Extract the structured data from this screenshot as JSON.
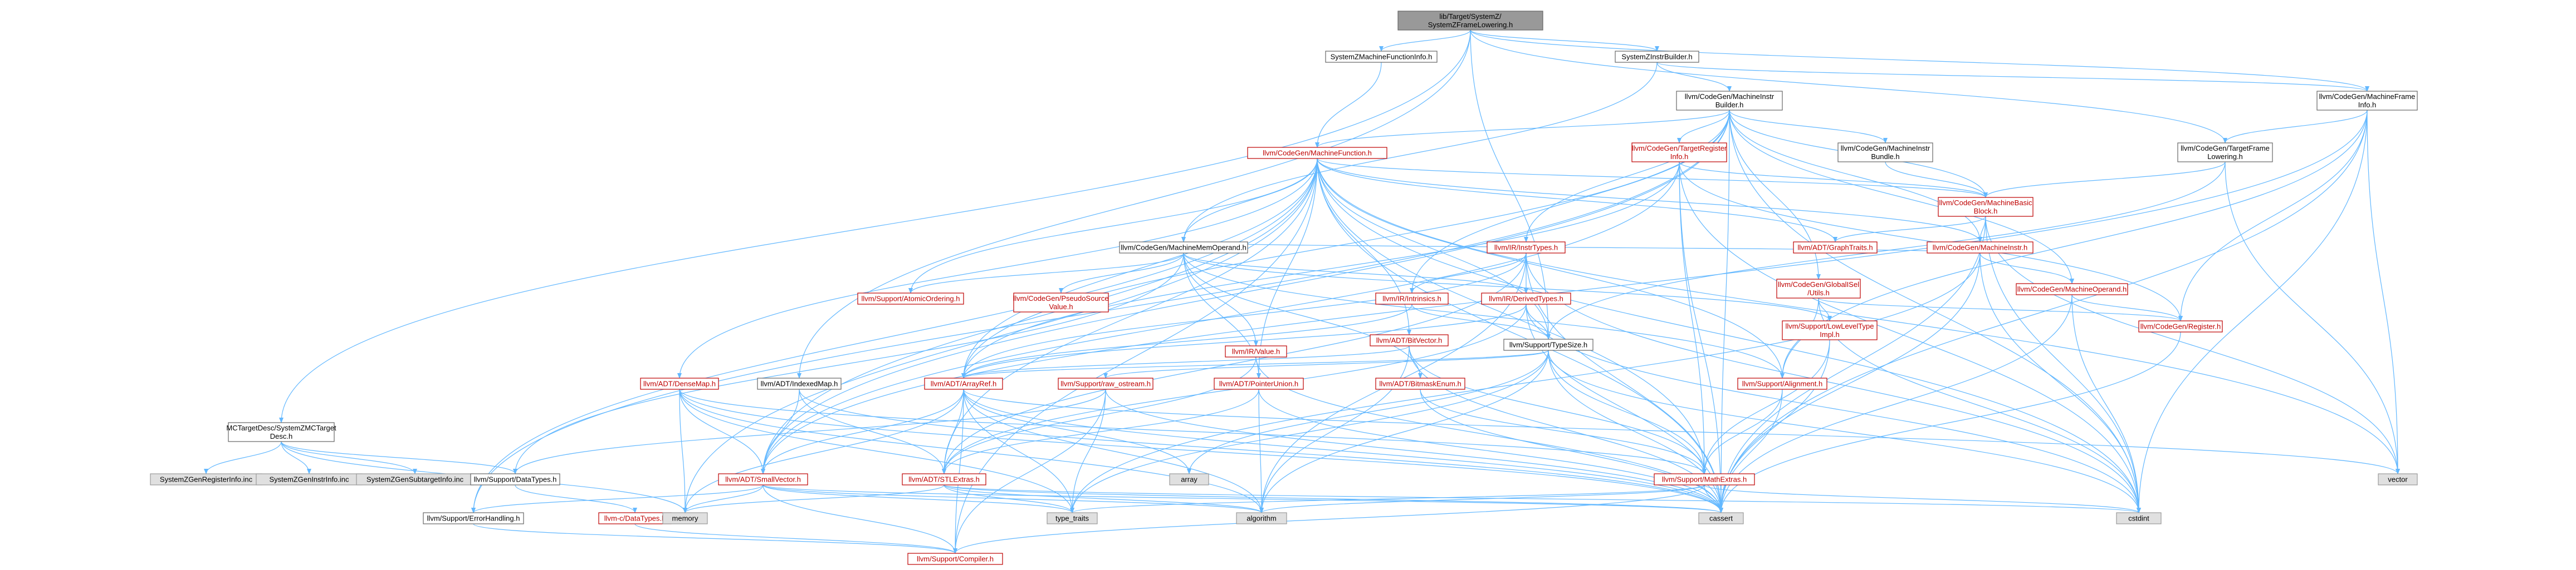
{
  "nodes": [
    {
      "id": "root",
      "style": "root",
      "lines": [
        "lib/Target/SystemZ/",
        "SystemZFrameLowering.h"
      ]
    },
    {
      "id": "mcdesc",
      "style": "plain",
      "lines": [
        "MCTargetDesc/SystemZMCTarget",
        "Desc.h"
      ]
    },
    {
      "id": "mfi",
      "style": "plain",
      "lines": [
        "SystemZMachineFunctionInfo.h"
      ]
    },
    {
      "id": "instrbuilder",
      "style": "plain",
      "lines": [
        "SystemZInstrBuilder.h"
      ]
    },
    {
      "id": "mib",
      "style": "plain",
      "lines": [
        "llvm/CodeGen/MachineInstr",
        "Builder.h"
      ]
    },
    {
      "id": "mframeinfo",
      "style": "plain",
      "lines": [
        "llvm/CodeGen/MachineFrame",
        "Info.h"
      ]
    },
    {
      "id": "mf",
      "style": "red",
      "lines": [
        "llvm/CodeGen/MachineFunction.h"
      ]
    },
    {
      "id": "tri",
      "style": "red",
      "lines": [
        "llvm/CodeGen/TargetRegister",
        "Info.h"
      ]
    },
    {
      "id": "mibundle",
      "style": "plain",
      "lines": [
        "llvm/CodeGen/MachineInstr",
        "Bundle.h"
      ]
    },
    {
      "id": "tfl",
      "style": "plain",
      "lines": [
        "llvm/CodeGen/TargetFrame",
        "Lowering.h"
      ]
    },
    {
      "id": "mbb",
      "style": "red",
      "lines": [
        "llvm/CodeGen/MachineBasic",
        "Block.h"
      ]
    },
    {
      "id": "graphtraits",
      "style": "red",
      "lines": [
        "llvm/ADT/GraphTraits.h"
      ]
    },
    {
      "id": "minstr",
      "style": "red",
      "lines": [
        "llvm/CodeGen/MachineInstr.h"
      ]
    },
    {
      "id": "mmo",
      "style": "plain",
      "lines": [
        "llvm/CodeGen/MachineMemOperand.h"
      ]
    },
    {
      "id": "intrtypes",
      "style": "red",
      "lines": [
        "llvm/IR/InstrTypes.h"
      ]
    },
    {
      "id": "gisel",
      "style": "red",
      "lines": [
        "llvm/CodeGen/GlobalISel",
        "/Utils.h"
      ]
    },
    {
      "id": "mop",
      "style": "red",
      "lines": [
        "llvm/CodeGen/MachineOperand.h"
      ]
    },
    {
      "id": "atomic",
      "style": "red",
      "lines": [
        "llvm/Support/AtomicOrdering.h"
      ]
    },
    {
      "id": "pseudo",
      "style": "red",
      "lines": [
        "llvm/CodeGen/PseudoSource",
        "Value.h"
      ]
    },
    {
      "id": "intrinsics",
      "style": "red",
      "lines": [
        "llvm/IR/Intrinsics.h"
      ]
    },
    {
      "id": "derivedtypes",
      "style": "red",
      "lines": [
        "llvm/IR/DerivedTypes.h"
      ]
    },
    {
      "id": "lowleveltype",
      "style": "red",
      "lines": [
        "llvm/Support/LowLevelType",
        "Impl.h"
      ]
    },
    {
      "id": "register",
      "style": "red",
      "lines": [
        "llvm/CodeGen/Register.h"
      ]
    },
    {
      "id": "typesize",
      "style": "plain",
      "lines": [
        "llvm/Support/TypeSize.h"
      ]
    },
    {
      "id": "bitvector",
      "style": "red",
      "lines": [
        "llvm/ADT/BitVector.h"
      ]
    },
    {
      "id": "value",
      "style": "red",
      "lines": [
        "llvm/IR/Value.h"
      ]
    },
    {
      "id": "densemap",
      "style": "red",
      "lines": [
        "llvm/ADT/DenseMap.h"
      ]
    },
    {
      "id": "indexedmap",
      "style": "plain",
      "lines": [
        "llvm/ADT/IndexedMap.h"
      ]
    },
    {
      "id": "arrayref",
      "style": "red",
      "lines": [
        "llvm/ADT/ArrayRef.h"
      ]
    },
    {
      "id": "rawostream",
      "style": "red",
      "lines": [
        "llvm/Support/raw_ostream.h"
      ]
    },
    {
      "id": "pointerunion",
      "style": "red",
      "lines": [
        "llvm/ADT/PointerUnion.h"
      ]
    },
    {
      "id": "bitmaskenum",
      "style": "red",
      "lines": [
        "llvm/ADT/BitmaskEnum.h"
      ]
    },
    {
      "id": "alignment",
      "style": "red",
      "lines": [
        "llvm/Support/Alignment.h"
      ]
    },
    {
      "id": "regisinfo",
      "style": "sys",
      "lines": [
        "SystemZGenRegisterInfo.inc"
      ]
    },
    {
      "id": "instrinfo",
      "style": "sys",
      "lines": [
        "SystemZGenInstrInfo.inc"
      ]
    },
    {
      "id": "subtargetinfo",
      "style": "sys",
      "lines": [
        "SystemZGenSubtargetInfo.inc"
      ]
    },
    {
      "id": "datatypes",
      "style": "plain",
      "lines": [
        "llvm/Support/DataTypes.h"
      ]
    },
    {
      "id": "smallvector",
      "style": "red",
      "lines": [
        "llvm/ADT/SmallVector.h"
      ]
    },
    {
      "id": "stlextras",
      "style": "red",
      "lines": [
        "llvm/ADT/STLExtras.h"
      ]
    },
    {
      "id": "array",
      "style": "sys",
      "lines": [
        "array"
      ]
    },
    {
      "id": "mathextras",
      "style": "red",
      "lines": [
        "llvm/Support/MathExtras.h"
      ]
    },
    {
      "id": "vector",
      "style": "sys",
      "lines": [
        "vector"
      ]
    },
    {
      "id": "errorhandling",
      "style": "plain",
      "lines": [
        "llvm/Support/ErrorHandling.h"
      ]
    },
    {
      "id": "cdatatypes",
      "style": "red",
      "lines": [
        "llvm-c/DataTypes.h"
      ]
    },
    {
      "id": "memory",
      "style": "sys",
      "lines": [
        "memory"
      ]
    },
    {
      "id": "typetraits",
      "style": "sys",
      "lines": [
        "type_traits"
      ]
    },
    {
      "id": "algorithm",
      "style": "sys",
      "lines": [
        "algorithm"
      ]
    },
    {
      "id": "cassert",
      "style": "sys",
      "lines": [
        "cassert"
      ]
    },
    {
      "id": "cstdint",
      "style": "sys",
      "lines": [
        "cstdint"
      ]
    },
    {
      "id": "compiler",
      "style": "red",
      "lines": [
        "llvm/Support/Compiler.h"
      ]
    }
  ],
  "edges": [
    [
      "root",
      "mcdesc"
    ],
    [
      "root",
      "mfi"
    ],
    [
      "root",
      "instrbuilder"
    ],
    [
      "root",
      "tfl"
    ],
    [
      "root",
      "mframeinfo"
    ],
    [
      "root",
      "indexedmap"
    ],
    [
      "root",
      "typesize"
    ],
    [
      "mcdesc",
      "regisinfo"
    ],
    [
      "mcdesc",
      "instrinfo"
    ],
    [
      "mcdesc",
      "subtargetinfo"
    ],
    [
      "mcdesc",
      "datatypes"
    ],
    [
      "mcdesc",
      "memory"
    ],
    [
      "mfi",
      "mf"
    ],
    [
      "instrbuilder",
      "mib"
    ],
    [
      "instrbuilder",
      "mframeinfo"
    ],
    [
      "instrbuilder",
      "mmo"
    ],
    [
      "mib",
      "mf"
    ],
    [
      "mib",
      "tri"
    ],
    [
      "mib",
      "mibundle"
    ],
    [
      "mib",
      "mbb"
    ],
    [
      "mib",
      "minstr"
    ],
    [
      "mib",
      "intrtypes"
    ],
    [
      "mib",
      "gisel"
    ],
    [
      "mib",
      "mop"
    ],
    [
      "mib",
      "intrinsics"
    ],
    [
      "mib",
      "arrayref"
    ],
    [
      "mib",
      "cstdint"
    ],
    [
      "mib",
      "cassert"
    ],
    [
      "mib",
      "errorhandling"
    ],
    [
      "mib",
      "smallvector"
    ],
    [
      "mframeinfo",
      "tfl"
    ],
    [
      "mframeinfo",
      "register"
    ],
    [
      "mframeinfo",
      "alignment"
    ],
    [
      "mframeinfo",
      "cassert"
    ],
    [
      "mframeinfo",
      "vector"
    ],
    [
      "mframeinfo",
      "cstdint"
    ],
    [
      "mframeinfo",
      "smallvector"
    ],
    [
      "tfl",
      "mbb"
    ],
    [
      "tfl",
      "typesize"
    ],
    [
      "tfl",
      "vector"
    ],
    [
      "mf",
      "mbb"
    ],
    [
      "mf",
      "minstr"
    ],
    [
      "mf",
      "mmo"
    ],
    [
      "mf",
      "atomic"
    ],
    [
      "mf",
      "densemap"
    ],
    [
      "mf",
      "arrayref"
    ],
    [
      "mf",
      "smallvector"
    ],
    [
      "mf",
      "stlextras"
    ],
    [
      "mf",
      "bitvector"
    ],
    [
      "mf",
      "pointerunion"
    ],
    [
      "mf",
      "graphtraits"
    ],
    [
      "mf",
      "alignment"
    ],
    [
      "mf",
      "compiler"
    ],
    [
      "mf",
      "errorhandling"
    ],
    [
      "mf",
      "cassert"
    ],
    [
      "mf",
      "cstdint"
    ],
    [
      "mf",
      "memory"
    ],
    [
      "mf",
      "vector"
    ],
    [
      "mf",
      "typesize"
    ],
    [
      "mf",
      "mathextras"
    ],
    [
      "tri",
      "mbb"
    ],
    [
      "tri",
      "mathextras"
    ],
    [
      "tri",
      "cassert"
    ],
    [
      "tri",
      "cstdint"
    ],
    [
      "tri",
      "smallvector"
    ],
    [
      "tri",
      "arrayref"
    ],
    [
      "tri",
      "register"
    ],
    [
      "mibundle",
      "mbb"
    ],
    [
      "mbb",
      "graphtraits"
    ],
    [
      "mbb",
      "minstr"
    ],
    [
      "mbb",
      "cassert"
    ],
    [
      "mbb",
      "cstdint"
    ],
    [
      "mbb",
      "vector"
    ],
    [
      "minstr",
      "mop"
    ],
    [
      "minstr",
      "mmo"
    ],
    [
      "minstr",
      "cassert"
    ],
    [
      "minstr",
      "cstdint"
    ],
    [
      "minstr",
      "typetraits"
    ],
    [
      "mmo",
      "atomic"
    ],
    [
      "mmo",
      "pseudo"
    ],
    [
      "mmo",
      "derivedtypes"
    ],
    [
      "mmo",
      "value"
    ],
    [
      "mmo",
      "pointerunion"
    ],
    [
      "mmo",
      "bitmaskenum"
    ],
    [
      "mmo",
      "alignment"
    ],
    [
      "mmo",
      "lowleveltype"
    ],
    [
      "mmo",
      "datatypes"
    ],
    [
      "intrtypes",
      "intrinsics"
    ],
    [
      "intrtypes",
      "derivedtypes"
    ],
    [
      "intrtypes",
      "arrayref"
    ],
    [
      "intrtypes",
      "stlextras"
    ],
    [
      "intrtypes",
      "cassert"
    ],
    [
      "intrtypes",
      "cstdint"
    ],
    [
      "intrtypes",
      "algorithm"
    ],
    [
      "gisel",
      "register"
    ],
    [
      "gisel",
      "lowleveltype"
    ],
    [
      "gisel",
      "alignment"
    ],
    [
      "gisel",
      "cstdint"
    ],
    [
      "mop",
      "register"
    ],
    [
      "mop",
      "cassert"
    ],
    [
      "mop",
      "cstdint"
    ],
    [
      "intrinsics",
      "arrayref"
    ],
    [
      "intrinsics",
      "typesize"
    ],
    [
      "derivedtypes",
      "typesize"
    ],
    [
      "derivedtypes",
      "arrayref"
    ],
    [
      "derivedtypes",
      "stlextras"
    ],
    [
      "derivedtypes",
      "cassert"
    ],
    [
      "derivedtypes",
      "cstdint"
    ],
    [
      "lowleveltype",
      "mathextras"
    ],
    [
      "lowleveltype",
      "cassert"
    ],
    [
      "register",
      "cassert"
    ],
    [
      "typesize",
      "mathextras"
    ],
    [
      "typesize",
      "rawostream"
    ],
    [
      "typesize",
      "algorithm"
    ],
    [
      "typesize",
      "array"
    ],
    [
      "typesize",
      "cassert"
    ],
    [
      "typesize",
      "cstdint"
    ],
    [
      "typesize",
      "typetraits"
    ],
    [
      "typesize",
      "arrayref"
    ],
    [
      "bitvector",
      "arrayref"
    ],
    [
      "bitvector",
      "mathextras"
    ],
    [
      "bitvector",
      "cassert"
    ],
    [
      "bitvector",
      "algorithm"
    ],
    [
      "value",
      "stlextras"
    ],
    [
      "value",
      "cassert"
    ],
    [
      "densemap",
      "smallvector"
    ],
    [
      "densemap",
      "mathextras"
    ],
    [
      "densemap",
      "memory"
    ],
    [
      "densemap",
      "algorithm"
    ],
    [
      "densemap",
      "typetraits"
    ],
    [
      "densemap",
      "cassert"
    ],
    [
      "indexedmap",
      "smallvector"
    ],
    [
      "indexedmap",
      "stlextras"
    ],
    [
      "indexedmap",
      "cassert"
    ],
    [
      "arrayref",
      "smallvector"
    ],
    [
      "arrayref",
      "stlextras"
    ],
    [
      "arrayref",
      "compiler"
    ],
    [
      "arrayref",
      "algorithm"
    ],
    [
      "arrayref",
      "array"
    ],
    [
      "arrayref",
      "cassert"
    ],
    [
      "arrayref",
      "memory"
    ],
    [
      "arrayref",
      "vector"
    ],
    [
      "arrayref",
      "typetraits"
    ],
    [
      "rawostream",
      "compiler"
    ],
    [
      "rawostream",
      "datatypes"
    ],
    [
      "rawostream",
      "cassert"
    ],
    [
      "rawostream",
      "typetraits"
    ],
    [
      "pointerunion",
      "stlextras"
    ],
    [
      "pointerunion",
      "cassert"
    ],
    [
      "pointerunion",
      "algorithm"
    ],
    [
      "bitmaskenum",
      "mathextras"
    ],
    [
      "bitmaskenum",
      "cassert"
    ],
    [
      "alignment",
      "mathextras"
    ],
    [
      "alignment",
      "cassert"
    ],
    [
      "datatypes",
      "cdatatypes"
    ],
    [
      "smallvector",
      "compiler"
    ],
    [
      "smallvector",
      "algorithm"
    ],
    [
      "smallvector",
      "cassert"
    ],
    [
      "smallvector",
      "memory"
    ],
    [
      "smallvector",
      "typetraits"
    ],
    [
      "smallvector",
      "errorhandling"
    ],
    [
      "stlextras",
      "algorithm"
    ],
    [
      "stlextras",
      "cassert"
    ],
    [
      "stlextras",
      "memory"
    ],
    [
      "stlextras",
      "typetraits"
    ],
    [
      "stlextras",
      "cstdint"
    ],
    [
      "mathextras",
      "compiler"
    ],
    [
      "mathextras",
      "algorithm"
    ],
    [
      "mathextras",
      "cassert"
    ],
    [
      "mathextras",
      "cstdint"
    ],
    [
      "mathextras",
      "typetraits"
    ],
    [
      "errorhandling",
      "compiler"
    ],
    [
      "cdatatypes",
      "compiler"
    ]
  ]
}
